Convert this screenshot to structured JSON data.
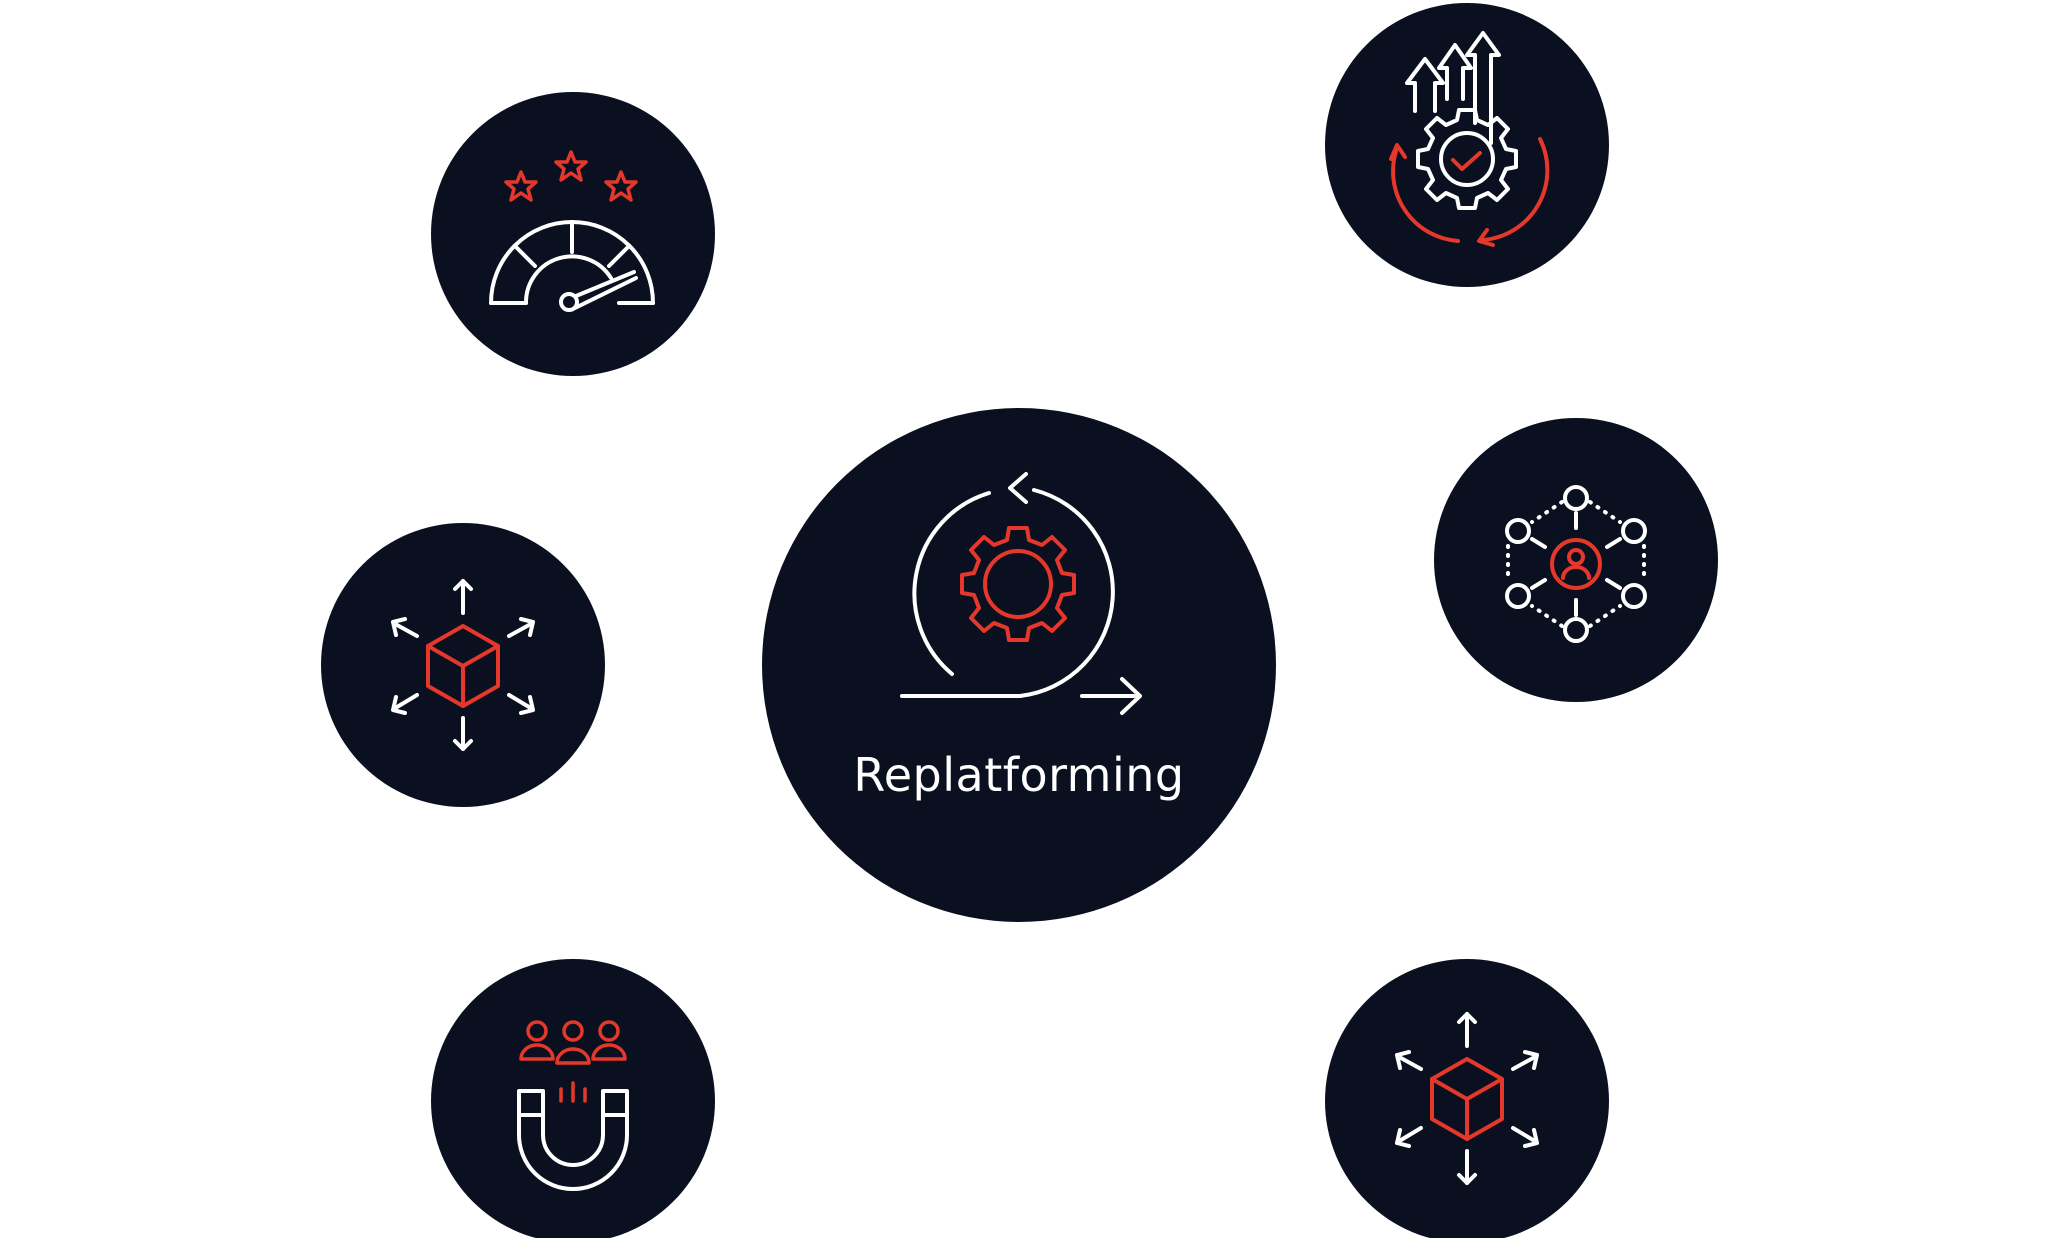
{
  "central": {
    "label": "Replatforming",
    "icon": "cycle-gear-icon"
  },
  "satellites": [
    {
      "id": "quality",
      "icon": "gauge-stars-icon"
    },
    {
      "id": "growth",
      "icon": "gear-growth-arrows-icon"
    },
    {
      "id": "scalability",
      "icon": "expanding-cube-icon"
    },
    {
      "id": "network",
      "icon": "user-network-icon"
    },
    {
      "id": "attraction",
      "icon": "customer-magnet-icon"
    },
    {
      "id": "distribution",
      "icon": "expanding-cube-icon"
    }
  ],
  "colors": {
    "background": "#ffffff",
    "circle": "#0b1020",
    "icon_white": "#ffffff",
    "icon_red": "#e5382a"
  }
}
